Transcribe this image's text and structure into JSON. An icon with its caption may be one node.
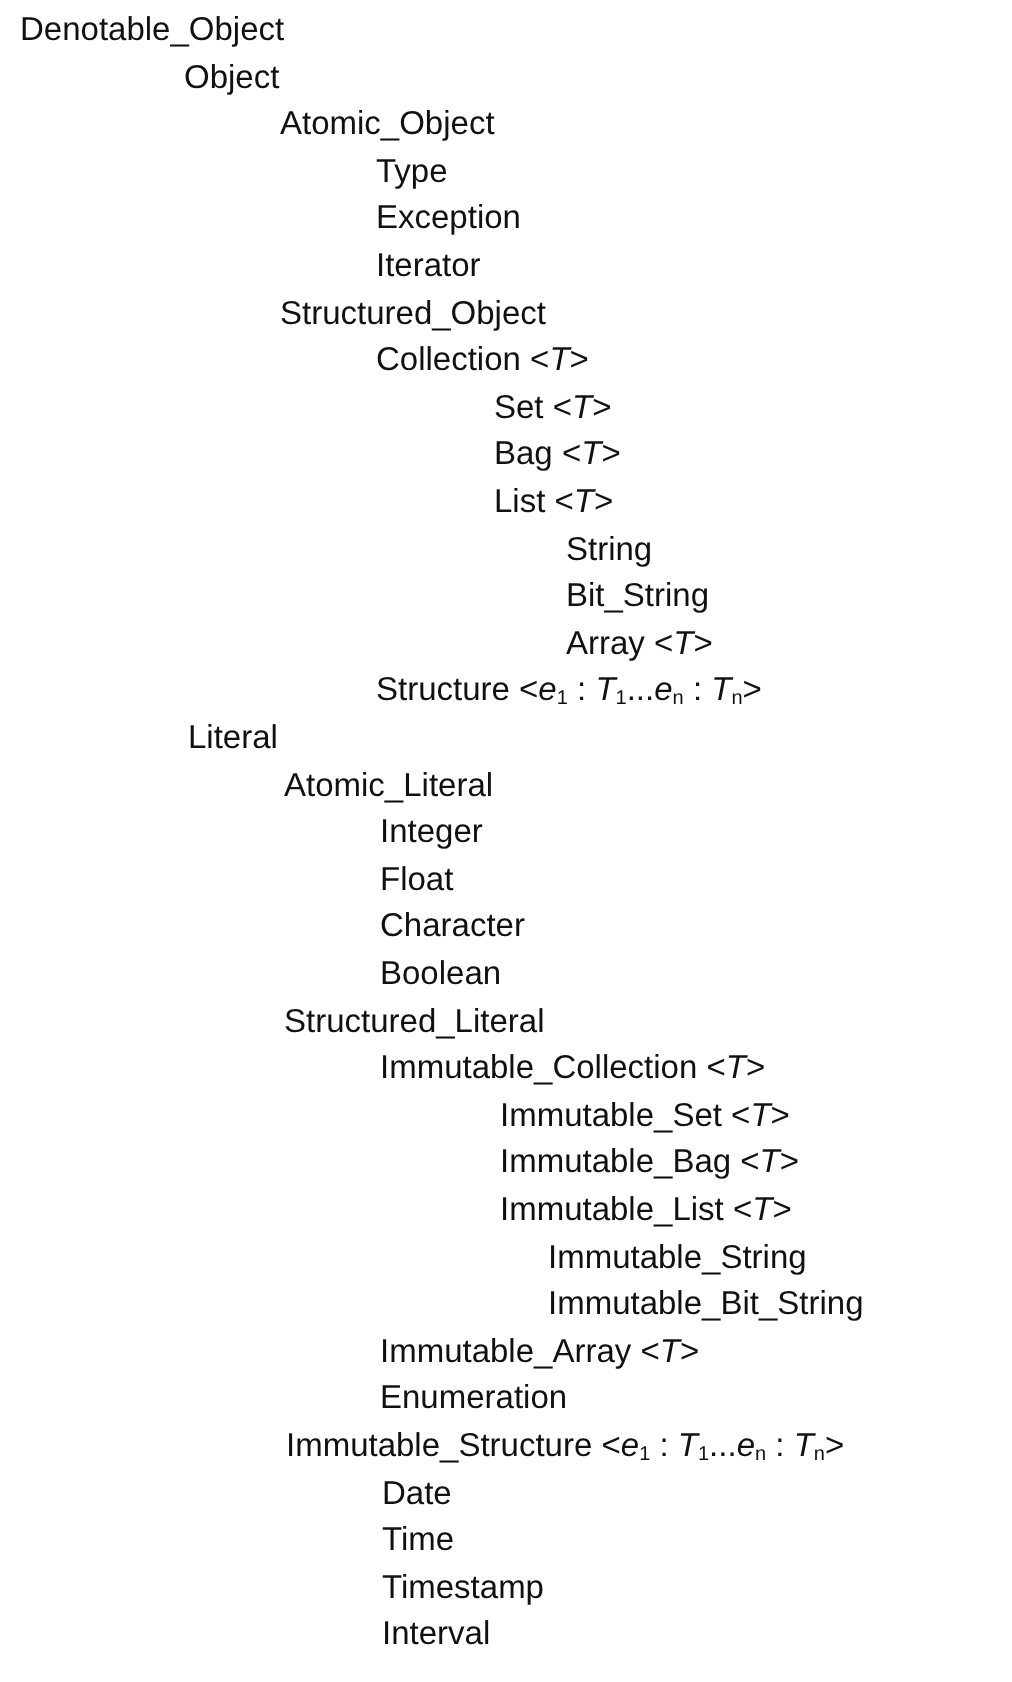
{
  "diagram": {
    "labels": [
      "Denotable_Object",
      "Object",
      "Atomic_Object",
      "Type",
      "Exception",
      "Iterator",
      "Structured_Object",
      "Collection <*T*>",
      "Set <*T*>",
      "Bag <*T*>",
      "List <*T*>",
      "String",
      "Bit_String",
      "Array <*T*>",
      "Structure <*e*$_{1}$ : *T*$_{1}$...*e*$_{n}$ : *T*$_{n}$>",
      "Literal",
      "Atomic_Literal",
      "Integer",
      "Float",
      "Character",
      "Boolean",
      "Structured_Literal",
      "Immutable_Collection <*T*>",
      "Immutable_Set <*T*>",
      "Immutable_Bag <*T*>",
      "Immutable_List <*T*>",
      "Immutable_String",
      "Immutable_Bit_String",
      "Immutable_Array <*T*>",
      "Enumeration",
      "Immutable_Structure <*e*$_{1}$ : *T*$_{1}$...*e*$_{n}$ : *T*$_{n}$>",
      "Date",
      "Time",
      "Timestamp",
      "Interval"
    ]
  }
}
